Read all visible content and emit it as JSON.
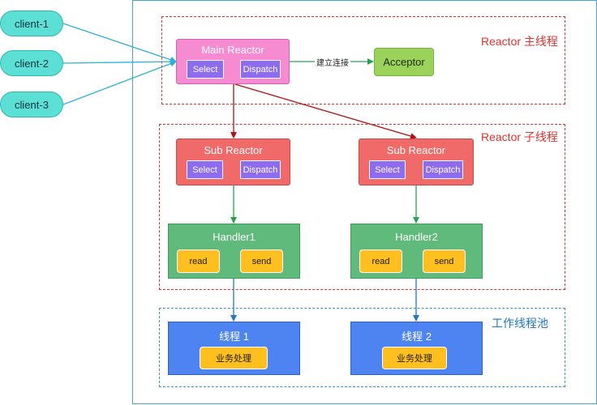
{
  "clients": [
    "client-1",
    "client-2",
    "client-3"
  ],
  "zones": {
    "main": "Reactor 主线程",
    "sub": "Reactor 子线程",
    "pool": "工作线程池"
  },
  "main_reactor": {
    "title": "Main Reactor",
    "select": "Select",
    "dispatch": "Dispatch"
  },
  "edge_label": "建立连接",
  "acceptor": "Acceptor",
  "sub_reactors": [
    {
      "title": "Sub Reactor",
      "select": "Select",
      "dispatch": "Dispatch"
    },
    {
      "title": "Sub Reactor",
      "select": "Select",
      "dispatch": "Dispatch"
    }
  ],
  "handlers": [
    {
      "title": "Handler1",
      "read": "read",
      "send": "send"
    },
    {
      "title": "Handler2",
      "read": "read",
      "send": "send"
    }
  ],
  "workers": [
    {
      "title": "线程 1",
      "task": "业务处理"
    },
    {
      "title": "线程 2",
      "task": "业务处理"
    }
  ],
  "colors": {
    "client": "#5ce0d6",
    "main_reactor": "#f68bd2",
    "sub_reactor": "#f06a6a",
    "pill": "#8e6cf0",
    "acceptor": "#9bd25a",
    "handler": "#5fba7c",
    "task": "#ffbf1f",
    "worker": "#4e84f2",
    "client_arrow": "#2bb0d8",
    "reactor_arrow": "#b01010",
    "handler_arrow": "#2aa350",
    "worker_arrow": "#1e78c2"
  }
}
